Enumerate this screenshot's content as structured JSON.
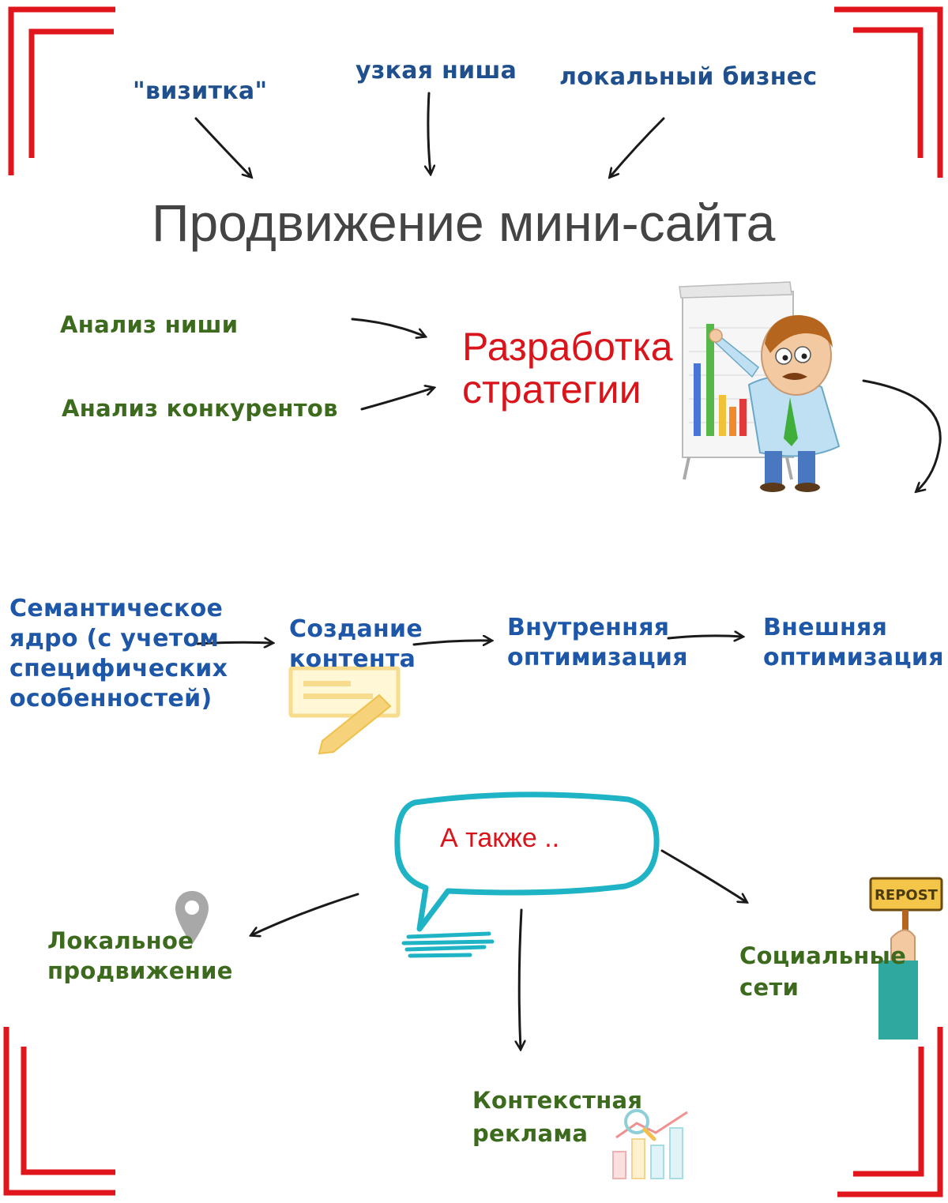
{
  "top_labels": {
    "vizitka": "\"визитка\"",
    "niche": "узкая ниша",
    "local": "локальный бизнес"
  },
  "title": "Продвижение мини-сайта",
  "analysis": {
    "niche": "Анализ ниши",
    "competitors": "Анализ конкурентов"
  },
  "strategy": {
    "line1": "Разработка",
    "line2": "стратегии"
  },
  "steps": {
    "semantic": [
      "Семантическое",
      "ядро (с учетом",
      "специфических",
      "особенностей)"
    ],
    "content": [
      "Создание",
      "контента"
    ],
    "internal": [
      "Внутренняя",
      "оптимизация"
    ],
    "external": [
      "Внешняя",
      "оптимизация"
    ]
  },
  "bubble": "А также ..",
  "extras": {
    "local": [
      "Локальное",
      "продвижение"
    ],
    "social": [
      "Социальные",
      "сети"
    ],
    "context": [
      "Контекстная",
      "реклама"
    ]
  },
  "repost_sign": "REPOST",
  "colors": {
    "frame": "#e0161c",
    "arrow": "#1a1a1a",
    "bubble": "#1fb3c6",
    "top_text": "#1f4f8c",
    "green_text": "#3d6b1e",
    "red_text": "#d9141a",
    "steps_text": "#1f57a8"
  },
  "icons": [
    "presenter-man-illustration",
    "document-pen-icon",
    "location-pin-icon",
    "repost-sign-icon",
    "analytics-chart-icon"
  ]
}
